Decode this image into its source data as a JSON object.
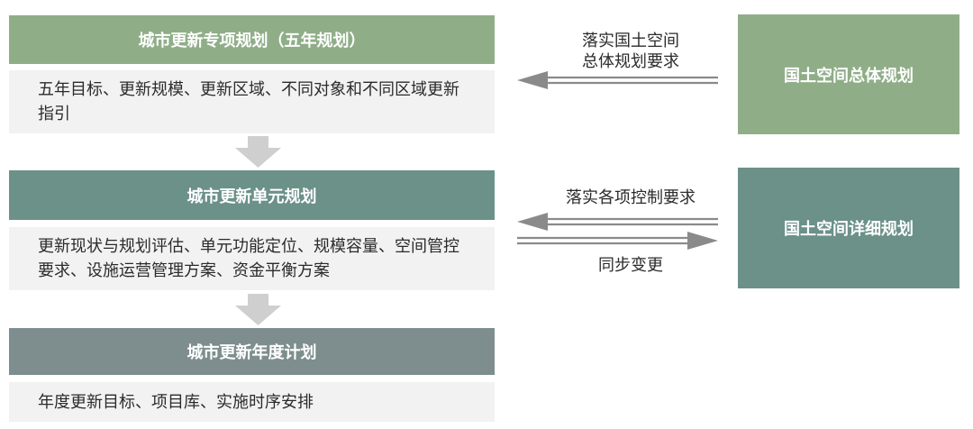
{
  "left": {
    "plan1": {
      "title": "城市更新专项规划（五年规划）",
      "desc": "五年目标、更新规模、更新区域、不同对象和不同区域更新指引"
    },
    "plan2": {
      "title": "城市更新单元规划",
      "desc": "更新现状与规划评估、单元功能定位、规模容量、空间管控要求、设施运营管理方案、资金平衡方案"
    },
    "plan3": {
      "title": "城市更新年度计划",
      "desc": "年度更新目标、项目库、实施时序安排"
    }
  },
  "right": {
    "master": {
      "title": "国土空间总体规划"
    },
    "detail": {
      "title": "国土空间详细规划"
    }
  },
  "links": {
    "master_to_special": "落实国土空间\n总体规划要求",
    "detail_to_unit": "落实各项控制要求",
    "unit_to_detail": "同步变更"
  },
  "colors": {
    "plan1": "#8fae88",
    "plan2": "#6b9188",
    "plan3": "#7e8e8e",
    "master": "#8fae88",
    "detail": "#6b9188",
    "body_bg": "#f2f2f2",
    "arrow": "#cfcfcf",
    "line": "#8a8a8a"
  }
}
